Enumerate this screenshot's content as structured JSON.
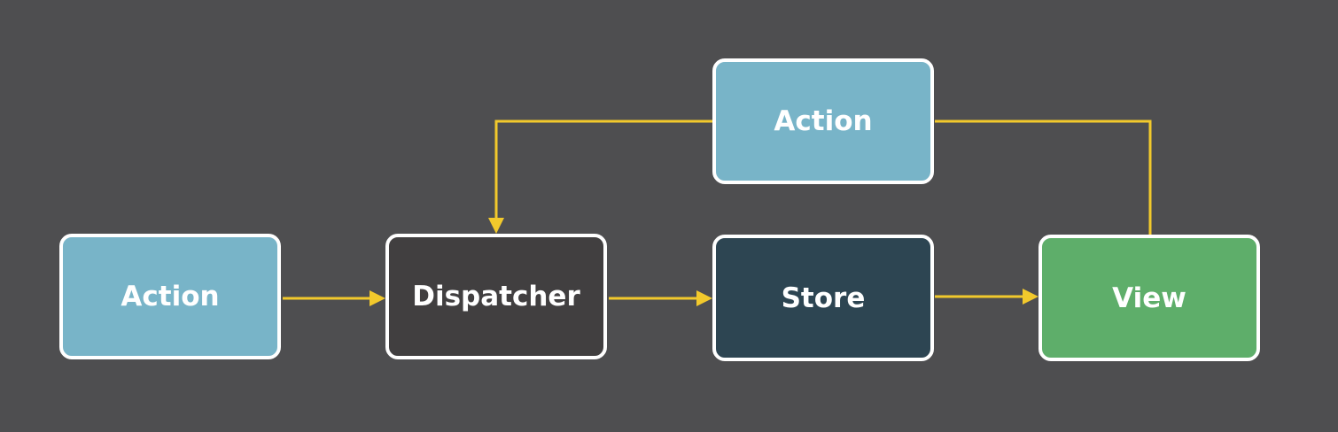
{
  "nodes": {
    "action_left": {
      "label": "Action",
      "color": "#78b4c8"
    },
    "dispatcher": {
      "label": "Dispatcher",
      "color": "#413f40"
    },
    "store": {
      "label": "Store",
      "color": "#2d4552"
    },
    "view": {
      "label": "View",
      "color": "#5eae6a"
    },
    "action_top": {
      "label": "Action",
      "color": "#78b4c8"
    }
  },
  "colors": {
    "background": "#4e4e50",
    "border": "#ffffff",
    "arrow": "#f2c92c"
  },
  "edges": [
    {
      "from": "action_left",
      "to": "dispatcher"
    },
    {
      "from": "dispatcher",
      "to": "store"
    },
    {
      "from": "store",
      "to": "view"
    },
    {
      "from": "view",
      "to": "action_top"
    },
    {
      "from": "action_top",
      "to": "dispatcher"
    }
  ]
}
